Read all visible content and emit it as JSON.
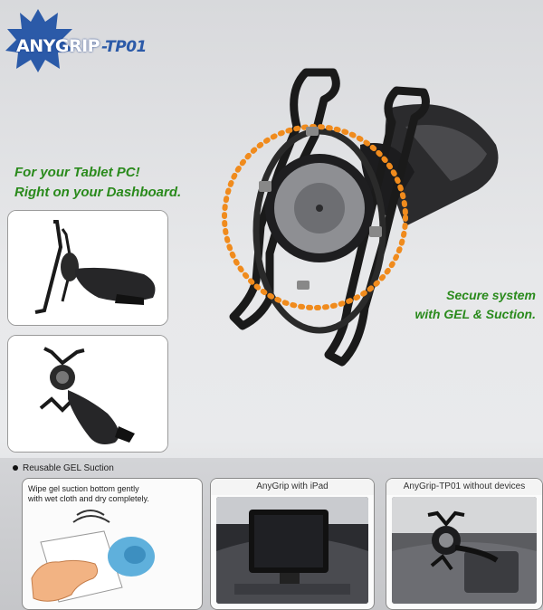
{
  "brand": {
    "any": "ANY",
    "grip": "GRIP",
    "model": "-TP01",
    "accent_color": "#2b5aa8"
  },
  "taglines": {
    "headline_1": "For your Tablet PC!",
    "headline_2": "Right on your Dashboard.",
    "feature_1": "Secure system",
    "feature_2": "with GEL & Suction.",
    "color": "#2a8a1c"
  },
  "bottom": {
    "caption": "Reusable GEL Suction",
    "panel1_note_1": "Wipe gel suction bottom gently",
    "panel1_note_2": "with wet cloth and dry completely.",
    "panel2_title": "AnyGrip with iPad",
    "panel3_title": "AnyGrip-TP01 without devices"
  },
  "icons": [
    "splash-star-icon",
    "tablet-holder-illustration",
    "hand-wipe-illustration"
  ]
}
